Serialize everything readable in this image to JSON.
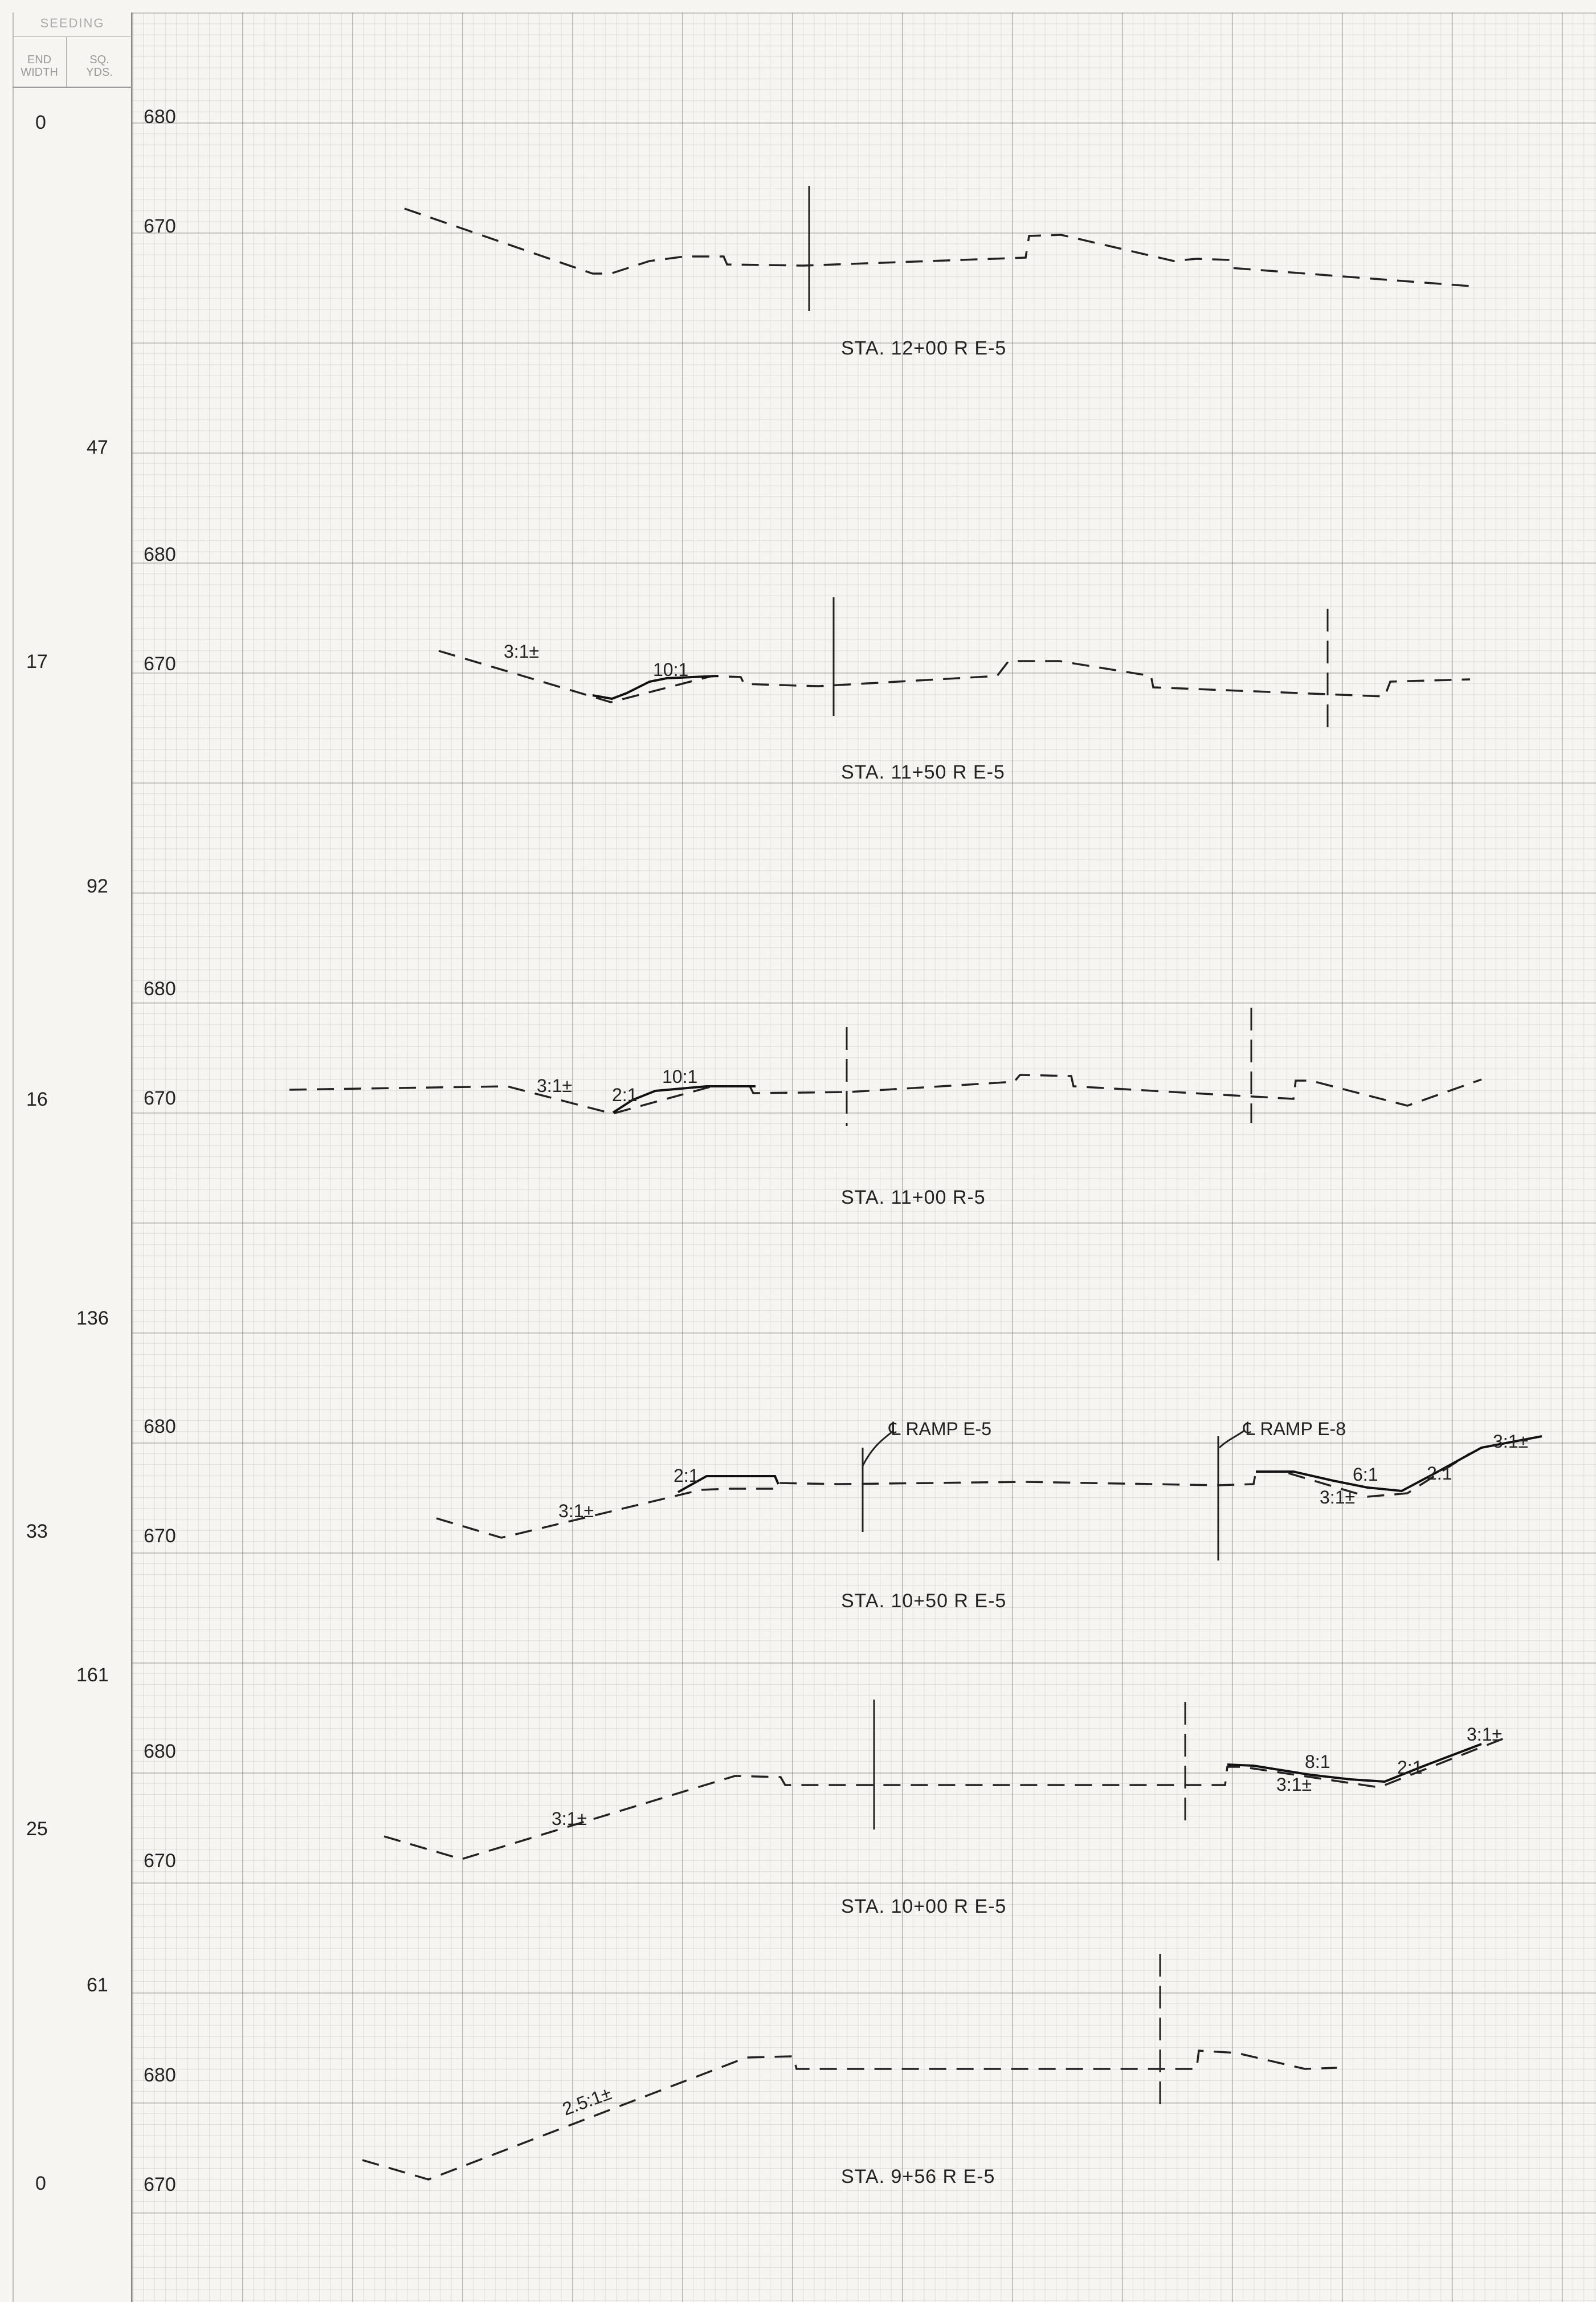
{
  "header": {
    "title": "SEEDING",
    "col_left": [
      "END",
      "WIDTH"
    ],
    "col_right": [
      "SQ.",
      "YDS."
    ]
  },
  "side_values": [
    "0",
    "47",
    "17",
    "92",
    "16",
    "136",
    "33",
    "161",
    "25",
    "61",
    "0"
  ],
  "sections": [
    {
      "station": "STA. 12+00 R E-5",
      "elev_top": "680",
      "elev_bottom": "670",
      "slopes": []
    },
    {
      "station": "STA. 11+50 R E-5",
      "elev_top": "680",
      "elev_bottom": "670",
      "slopes": [
        "3:1±",
        "10:1"
      ]
    },
    {
      "station": "STA. 11+00 R-5",
      "elev_top": "680",
      "elev_bottom": "670",
      "slopes": [
        "3:1±",
        "2:1",
        "10:1"
      ]
    },
    {
      "station": "STA. 10+50 R E-5",
      "elev_top": "680",
      "elev_bottom": "670",
      "slopes": [
        "3:1±",
        "2:1",
        "6:1",
        "3:1±",
        "2:1",
        "3:1±"
      ],
      "ramp_labels": [
        "℄ RAMP E-5",
        "℄ RAMP E-8"
      ]
    },
    {
      "station": "STA. 10+00 R E-5",
      "elev_top": "680",
      "elev_bottom": "670",
      "slopes": [
        "3:1±",
        "8:1",
        "3:1±",
        "2:1",
        "3:1±"
      ]
    },
    {
      "station": "STA. 9+56 R E-5",
      "elev_top": "680",
      "elev_bottom": "670",
      "slopes": [
        "2.5:1±"
      ]
    }
  ]
}
